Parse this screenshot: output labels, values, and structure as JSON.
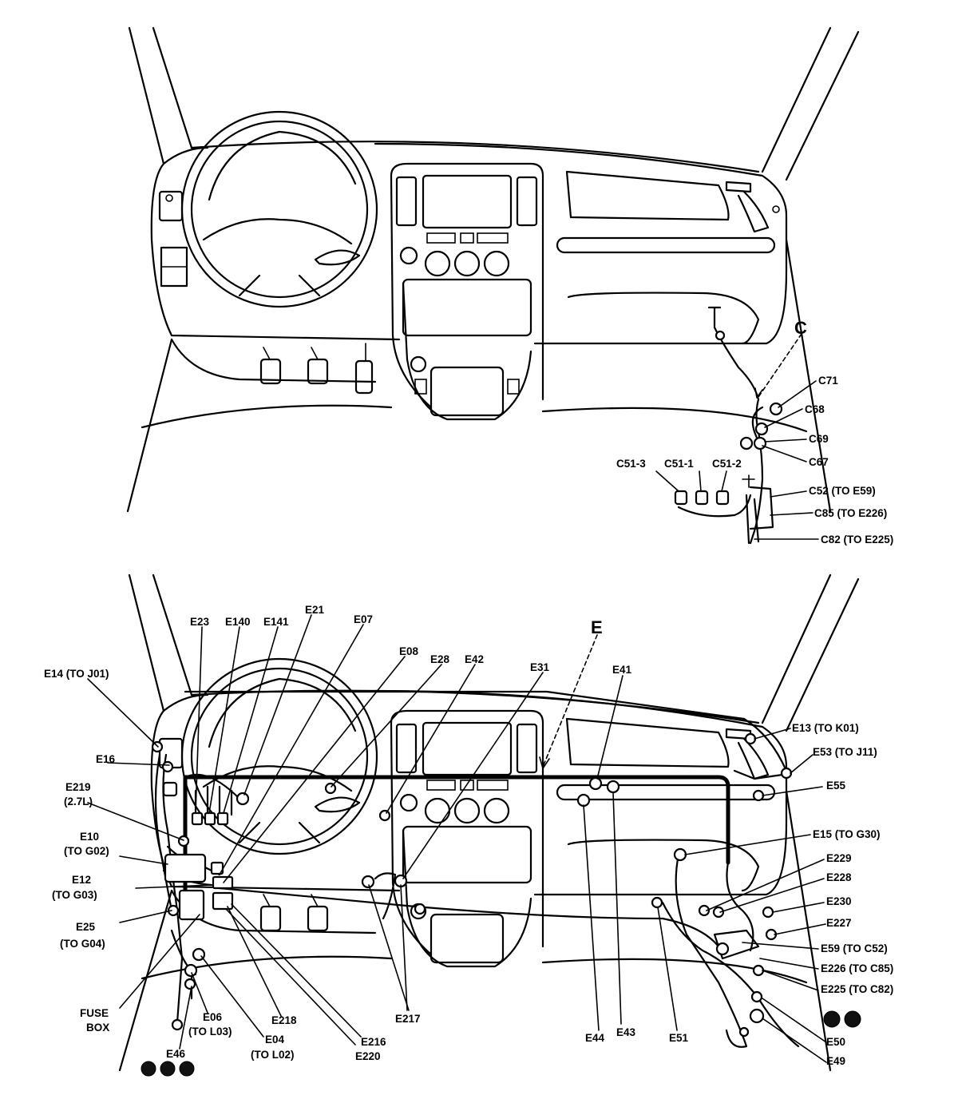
{
  "view_c": {
    "marker": "C",
    "labels": {
      "C71": "C71",
      "C68": "C68",
      "C69": "C69",
      "C67": "C67",
      "C51_3": "C51-3",
      "C51_1": "C51-1",
      "C51_2": "C51-2",
      "C52": "C52 (TO E59)",
      "C85": "C85 (TO E226)",
      "C82": "C82 (TO E225)"
    }
  },
  "view_e": {
    "marker": "E",
    "labels": {
      "E23": "E23",
      "E140": "E140",
      "E141": "E141",
      "E21": "E21",
      "E07": "E07",
      "E08": "E08",
      "E28": "E28",
      "E42": "E42",
      "E31": "E31",
      "E41": "E41",
      "E14": "E14 (TO J01)",
      "E16": "E16",
      "E219_a": "E219",
      "E219_b": "(2.7L)",
      "E10_a": "E10",
      "E10_b": "(TO G02)",
      "E12_a": "E12",
      "E12_b": "(TO G03)",
      "E25_a": "E25",
      "E25_b": "(TO G04)",
      "FUSE_a": "FUSE",
      "FUSE_b": "BOX",
      "E46": "E46",
      "E06_a": "E06",
      "E06_b": "(TO L03)",
      "E04_a": "E04",
      "E04_b": "(TO L02)",
      "E218": "E218",
      "E216": "E216",
      "E220": "E220",
      "E217": "E217",
      "E44": "E44",
      "E43": "E43",
      "E51": "E51",
      "E13": "E13 (TO K01)",
      "E53": "E53 (TO J11)",
      "E55": "E55",
      "E15": "E15 (TO G30)",
      "E229": "E229",
      "E228": "E228",
      "E230": "E230",
      "E227": "E227",
      "E59": "E59 (TO C52)",
      "E226": "E226 (TO C85)",
      "E225": "E225 (TO C82)",
      "E50": "E50",
      "E49": "E49"
    }
  }
}
